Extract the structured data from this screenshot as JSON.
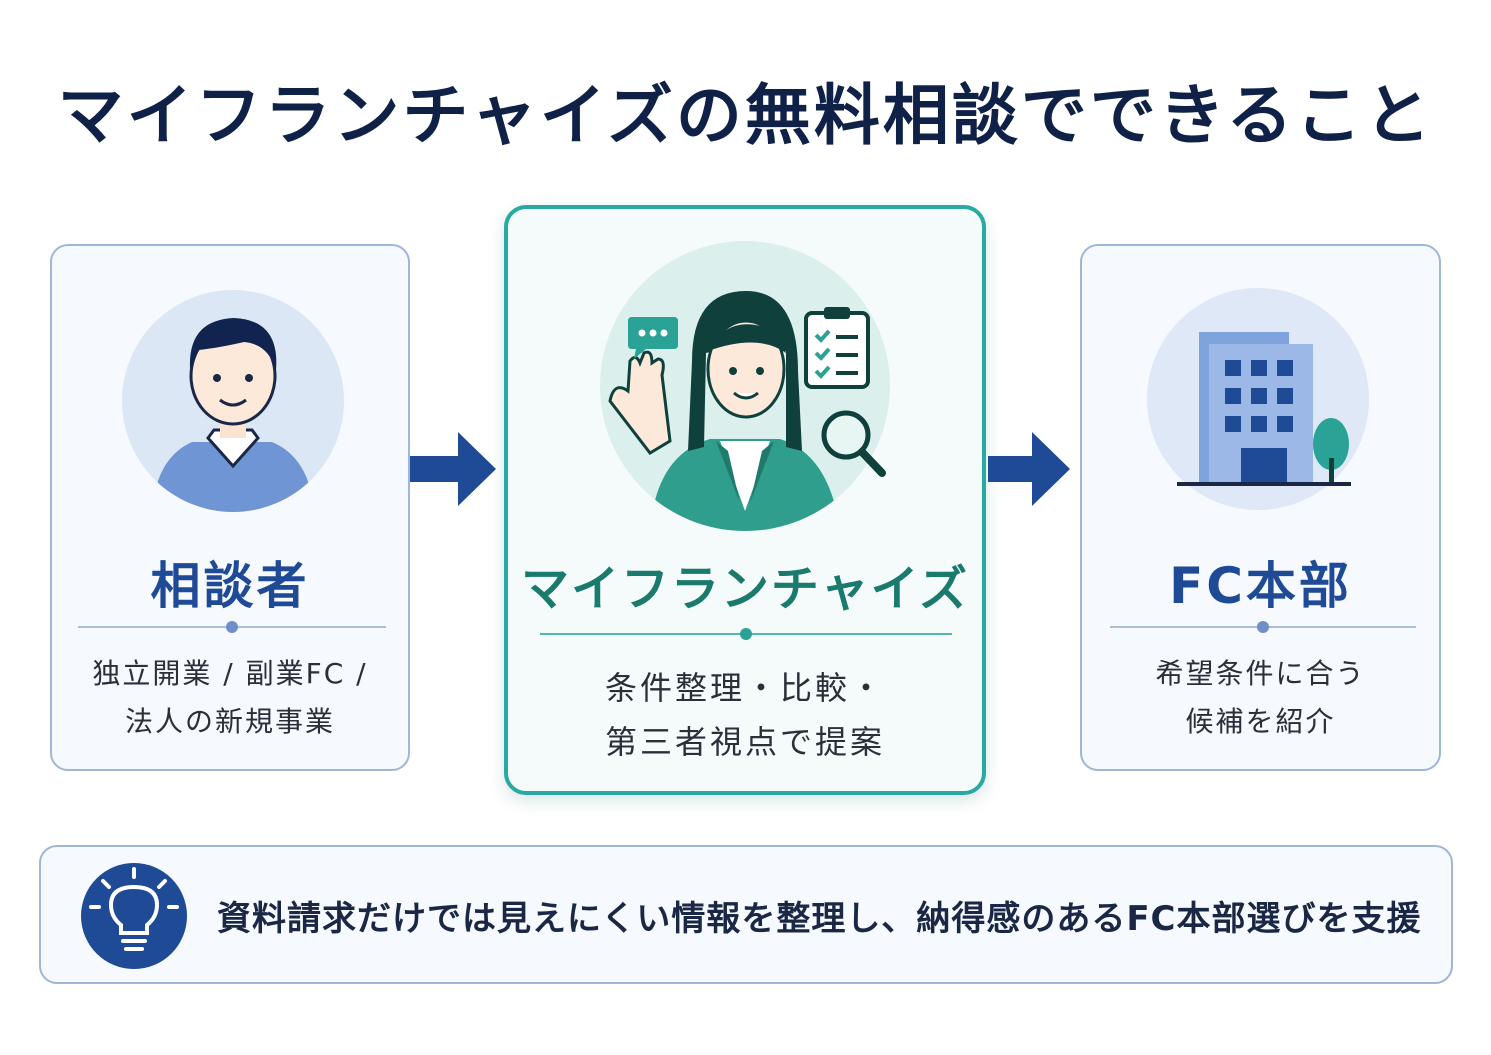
{
  "title": "マイフランチャイズの無料相談でできること",
  "flow": [
    {
      "title": "相談者",
      "desc_lines": [
        "独立開業 / 副業FC /",
        "法人の新規事業"
      ],
      "icon": "consultant-man-icon"
    },
    {
      "title": "マイフランチャイズ",
      "desc_lines": [
        "条件整理・比較・",
        "第三者視点で提案"
      ],
      "icon": "advisor-woman-icon"
    },
    {
      "title": "FC本部",
      "desc_lines": [
        "希望条件に合う",
        "候補を紹介"
      ],
      "icon": "office-building-icon"
    }
  ],
  "banner": {
    "text": "資料請求だけでは見えにくい情報を整理し、納得感のあるFC本部選びを支援",
    "icon": "lightbulb-icon"
  },
  "colors": {
    "navy": "#0f2147",
    "blue": "#1f4a96",
    "teal": "#2aa9a2",
    "teal_text": "#1b7a6e"
  }
}
